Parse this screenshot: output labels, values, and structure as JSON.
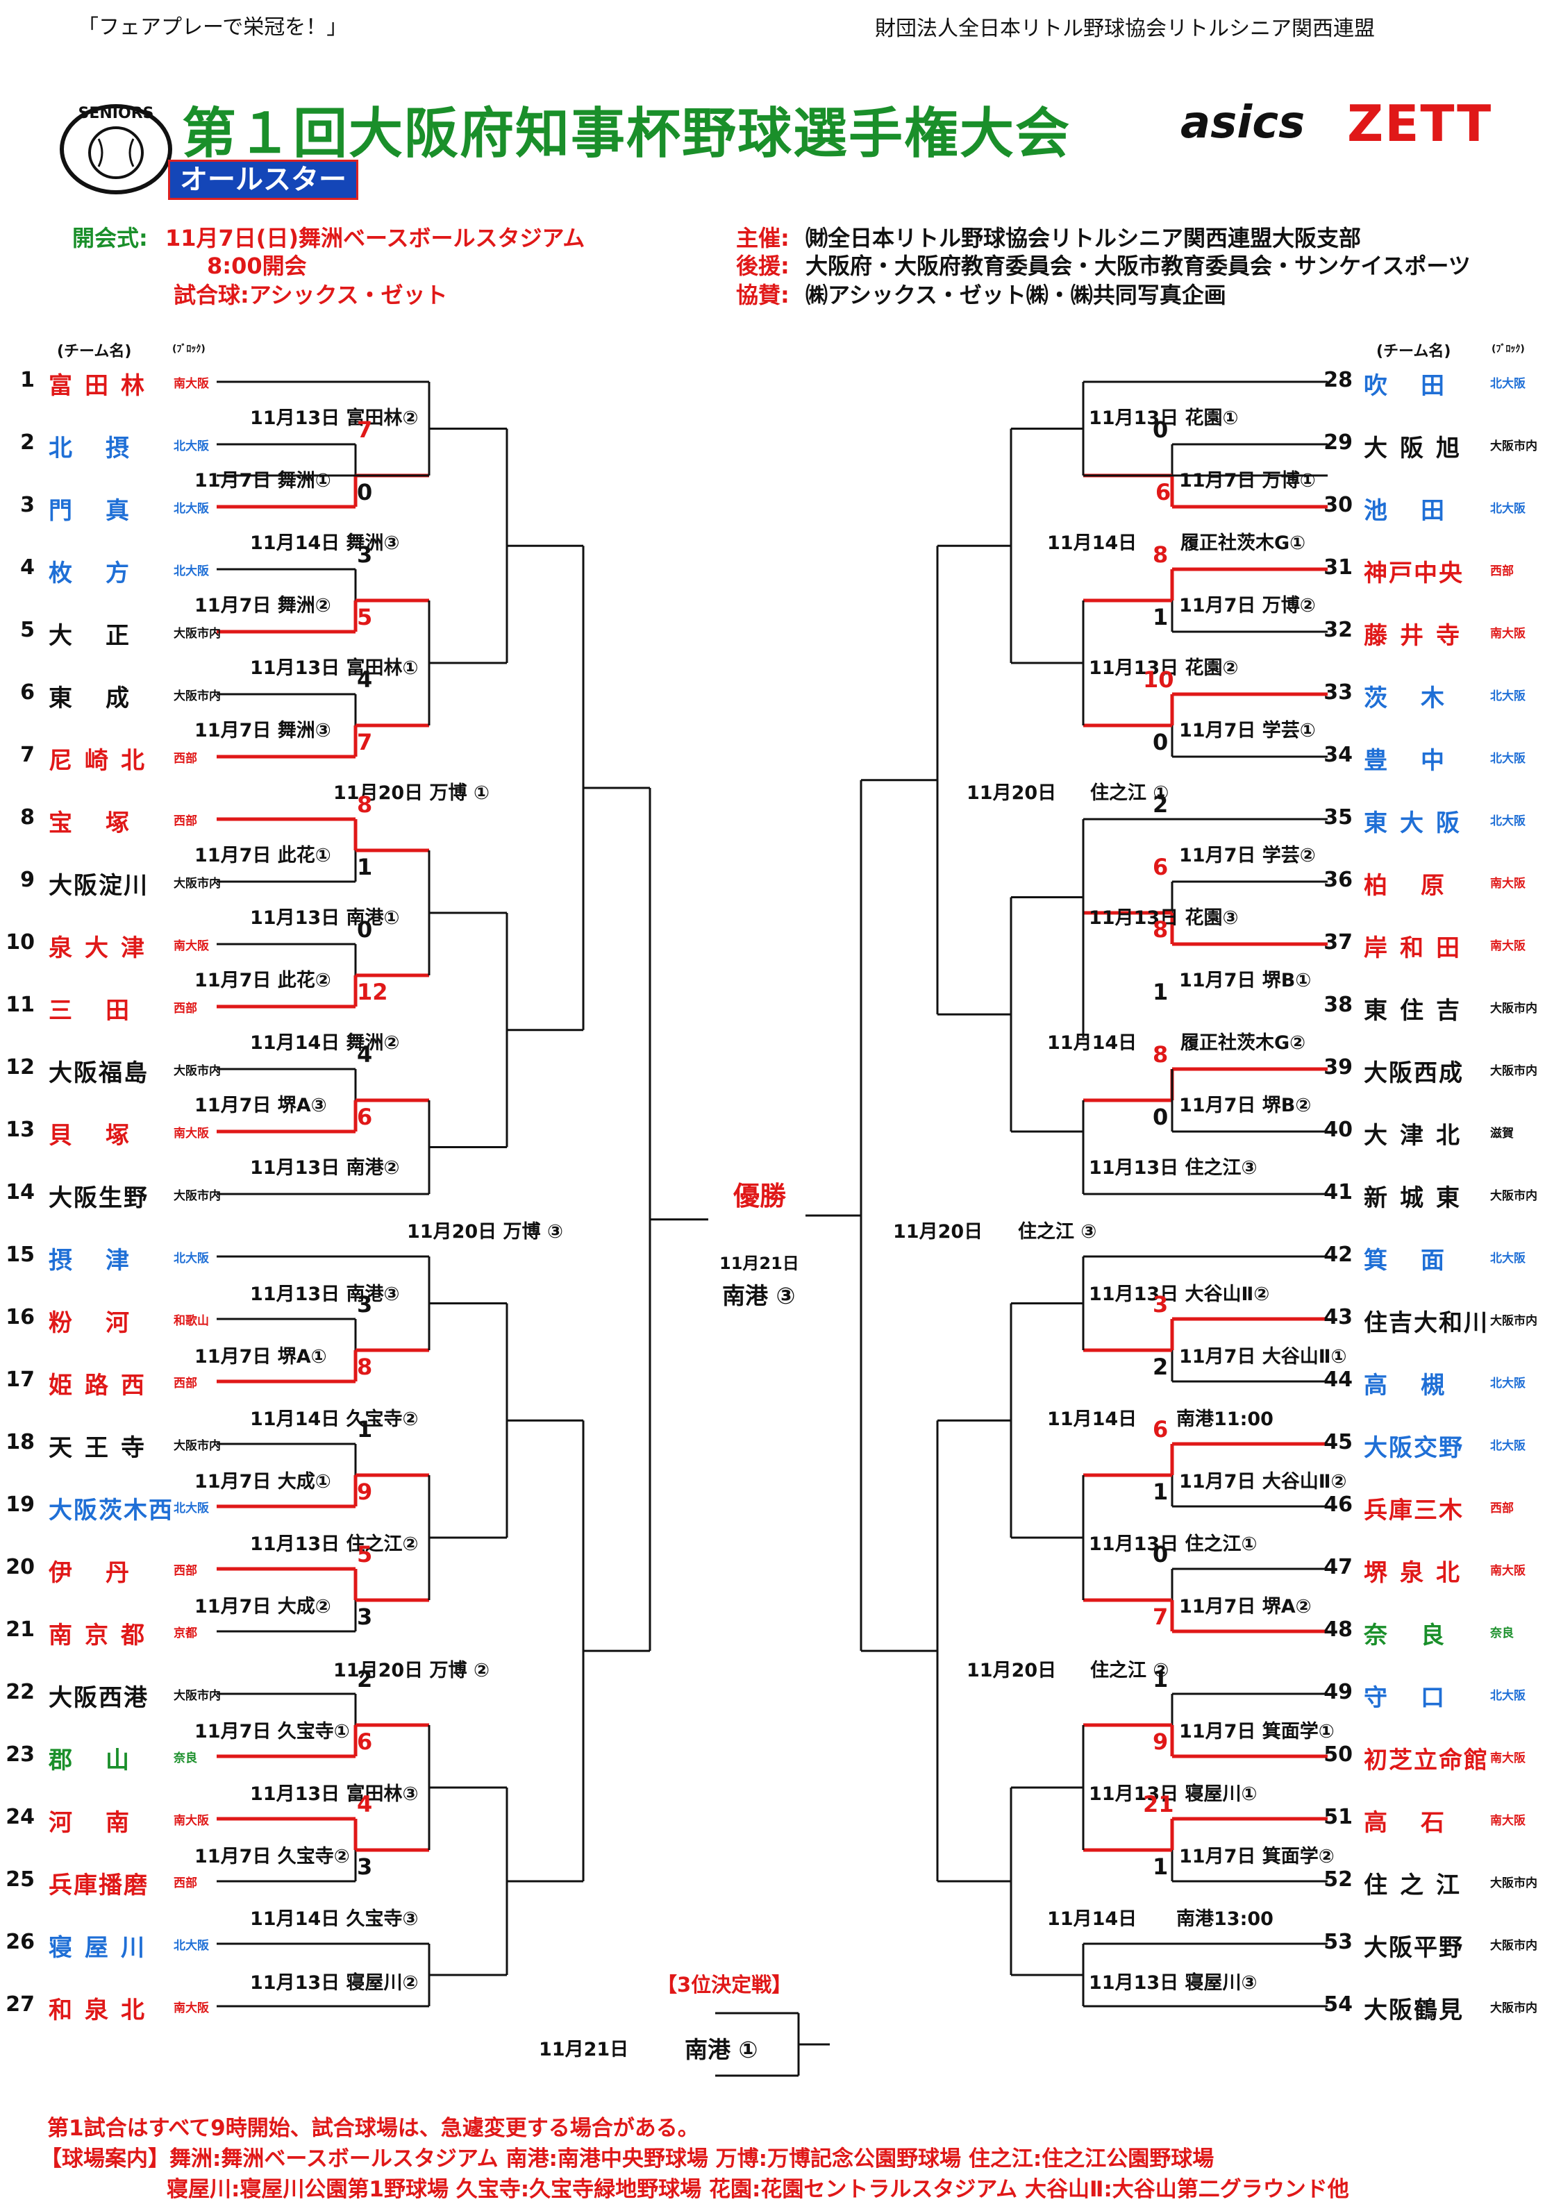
{
  "header": {
    "slogan": "「フェアプレーで栄冠を！」",
    "organization": "財団法人全日本リトル野球協会リトルシニア関西連盟",
    "title": "第１回大阪府知事杯野球選手権大会",
    "badge": "オールスター",
    "logo_text": "SENIORS",
    "sponsor_asics": "asics",
    "sponsor_zett": "ZETT"
  },
  "info": {
    "opening_label": "開会式:",
    "opening_value": "11月7日(日)舞洲ベースボールスタジアム",
    "opening_time": "8:00開会",
    "ball": "試合球:アシックス・ゼット",
    "host_label": "主催:",
    "host_value": "㈶全日本リトル野球協会リトルシニア関西連盟大阪支部",
    "support_label": "後援:",
    "support_value": "大阪府・大阪府教育委員会・大阪市教育委員会・サンケイスポーツ",
    "coop_label": "協賛:",
    "coop_value": "㈱アシックス・ゼット㈱・㈱共同写真企画"
  },
  "headers": {
    "team_col": "(チーム名)",
    "block_col": "(ﾌﾞﾛｯｸ)"
  },
  "teams_left": [
    {
      "no": "1",
      "name": "富田林",
      "block": "南大阪",
      "color": "red"
    },
    {
      "no": "2",
      "name": "北摂",
      "block": "北大阪",
      "color": "blue"
    },
    {
      "no": "3",
      "name": "門真",
      "block": "北大阪",
      "color": "blue"
    },
    {
      "no": "4",
      "name": "枚方",
      "block": "北大阪",
      "color": "blue"
    },
    {
      "no": "5",
      "name": "大正",
      "block": "大阪市内",
      "color": "black"
    },
    {
      "no": "6",
      "name": "東成",
      "block": "大阪市内",
      "color": "black"
    },
    {
      "no": "7",
      "name": "尼崎北",
      "block": "西部",
      "color": "red"
    },
    {
      "no": "8",
      "name": "宝塚",
      "block": "西部",
      "color": "red"
    },
    {
      "no": "9",
      "name": "大阪淀川",
      "block": "大阪市内",
      "color": "black"
    },
    {
      "no": "10",
      "name": "泉大津",
      "block": "南大阪",
      "color": "red"
    },
    {
      "no": "11",
      "name": "三田",
      "block": "西部",
      "color": "red"
    },
    {
      "no": "12",
      "name": "大阪福島",
      "block": "大阪市内",
      "color": "black"
    },
    {
      "no": "13",
      "name": "貝塚",
      "block": "南大阪",
      "color": "red"
    },
    {
      "no": "14",
      "name": "大阪生野",
      "block": "大阪市内",
      "color": "black"
    },
    {
      "no": "15",
      "name": "摂津",
      "block": "北大阪",
      "color": "blue"
    },
    {
      "no": "16",
      "name": "粉河",
      "block": "和歌山",
      "color": "red"
    },
    {
      "no": "17",
      "name": "姫路西",
      "block": "西部",
      "color": "red"
    },
    {
      "no": "18",
      "name": "天王寺",
      "block": "大阪市内",
      "color": "black"
    },
    {
      "no": "19",
      "name": "大阪茨木西",
      "block": "北大阪",
      "color": "blue"
    },
    {
      "no": "20",
      "name": "伊丹",
      "block": "西部",
      "color": "red"
    },
    {
      "no": "21",
      "name": "南京都",
      "block": "京都",
      "color": "red"
    },
    {
      "no": "22",
      "name": "大阪西港",
      "block": "大阪市内",
      "color": "black"
    },
    {
      "no": "23",
      "name": "郡山",
      "block": "奈良",
      "color": "green"
    },
    {
      "no": "24",
      "name": "河南",
      "block": "南大阪",
      "color": "red"
    },
    {
      "no": "25",
      "name": "兵庫播磨",
      "block": "西部",
      "color": "red"
    },
    {
      "no": "26",
      "name": "寝屋川",
      "block": "北大阪",
      "color": "blue"
    },
    {
      "no": "27",
      "name": "和泉北",
      "block": "南大阪",
      "color": "red"
    }
  ],
  "teams_right": [
    {
      "no": "28",
      "name": "吹田",
      "block": "北大阪",
      "color": "blue"
    },
    {
      "no": "29",
      "name": "大阪旭",
      "block": "大阪市内",
      "color": "black"
    },
    {
      "no": "30",
      "name": "池田",
      "block": "北大阪",
      "color": "blue"
    },
    {
      "no": "31",
      "name": "神戸中央",
      "block": "西部",
      "color": "red"
    },
    {
      "no": "32",
      "name": "藤井寺",
      "block": "南大阪",
      "color": "red"
    },
    {
      "no": "33",
      "name": "茨木",
      "block": "北大阪",
      "color": "blue"
    },
    {
      "no": "34",
      "name": "豊中",
      "block": "北大阪",
      "color": "blue"
    },
    {
      "no": "35",
      "name": "東大阪",
      "block": "北大阪",
      "color": "blue"
    },
    {
      "no": "36",
      "name": "柏原",
      "block": "南大阪",
      "color": "red"
    },
    {
      "no": "37",
      "name": "岸和田",
      "block": "南大阪",
      "color": "red"
    },
    {
      "no": "38",
      "name": "東住吉",
      "block": "大阪市内",
      "color": "black"
    },
    {
      "no": "39",
      "name": "大阪西成",
      "block": "大阪市内",
      "color": "black"
    },
    {
      "no": "40",
      "name": "大津北",
      "block": "滋賀",
      "color": "black"
    },
    {
      "no": "41",
      "name": "新城東",
      "block": "大阪市内",
      "color": "black"
    },
    {
      "no": "42",
      "name": "箕面",
      "block": "北大阪",
      "color": "blue"
    },
    {
      "no": "43",
      "name": "住吉大和川",
      "block": "大阪市内",
      "color": "black"
    },
    {
      "no": "44",
      "name": "高槻",
      "block": "北大阪",
      "color": "blue"
    },
    {
      "no": "45",
      "name": "大阪交野",
      "block": "北大阪",
      "color": "blue"
    },
    {
      "no": "46",
      "name": "兵庫三木",
      "block": "西部",
      "color": "red"
    },
    {
      "no": "47",
      "name": "堺泉北",
      "block": "南大阪",
      "color": "red"
    },
    {
      "no": "48",
      "name": "奈良",
      "block": "奈良",
      "color": "green"
    },
    {
      "no": "49",
      "name": "守口",
      "block": "北大阪",
      "color": "blue"
    },
    {
      "no": "50",
      "name": "初芝立命館",
      "block": "南大阪",
      "color": "red"
    },
    {
      "no": "51",
      "name": "高石",
      "block": "南大阪",
      "color": "red"
    },
    {
      "no": "52",
      "name": "住之江",
      "block": "大阪市内",
      "color": "black"
    },
    {
      "no": "53",
      "name": "大阪平野",
      "block": "大阪市内",
      "color": "black"
    },
    {
      "no": "54",
      "name": "大阪鶴見",
      "block": "大阪市内",
      "color": "black"
    }
  ],
  "left_labels": [
    {
      "t": "11月13日 富田林②"
    },
    {
      "t": "11月7日 舞洲①"
    },
    {
      "t": "11月14日 舞洲③"
    },
    {
      "t": "11月7日 舞洲②"
    },
    {
      "t": "11月13日 富田林①"
    },
    {
      "t": "11月7日 舞洲③"
    },
    {
      "t": "11月20日 万博 ①"
    },
    {
      "t": "11月7日 此花①"
    },
    {
      "t": "11月13日 南港①"
    },
    {
      "t": "11月7日 此花②"
    },
    {
      "t": "11月14日 舞洲②"
    },
    {
      "t": "11月7日 堺A③"
    },
    {
      "t": "11月13日 南港②"
    },
    {
      "t": "11月20日 万博 ③"
    },
    {
      "t": "11月13日 南港③"
    },
    {
      "t": "11月7日 堺A①"
    },
    {
      "t": "11月14日 久宝寺②"
    },
    {
      "t": "11月7日 大成①"
    },
    {
      "t": "11月13日 住之江②"
    },
    {
      "t": "11月7日 大成②"
    },
    {
      "t": "11月20日 万博 ②"
    },
    {
      "t": "11月7日 久宝寺①"
    },
    {
      "t": "11月13日 富田林③"
    },
    {
      "t": "11月7日 久宝寺②"
    },
    {
      "t": "11月14日 久宝寺③"
    },
    {
      "t": "11月13日 寝屋川②"
    }
  ],
  "right_labels": [
    {
      "t": "11月13日 花園①"
    },
    {
      "t": "11月7日 万博①"
    },
    {
      "t": "11月14日"
    },
    {
      "t": "履正社茨木G①"
    },
    {
      "t": "11月7日 万博②"
    },
    {
      "t": "11月13日 花園②"
    },
    {
      "t": "11月7日 学芸①"
    },
    {
      "t": "11月20日"
    },
    {
      "t": "住之江 ①"
    },
    {
      "t": "11月7日 学芸②"
    },
    {
      "t": "11月13日 花園③"
    },
    {
      "t": "11月7日 堺B①"
    },
    {
      "t": "11月14日"
    },
    {
      "t": "履正社茨木G②"
    },
    {
      "t": "11月7日 堺B②"
    },
    {
      "t": "11月13日 住之江③"
    },
    {
      "t": "11月20日"
    },
    {
      "t": "住之江 ③"
    },
    {
      "t": "11月13日 大谷山Ⅱ②"
    },
    {
      "t": "11月7日 大谷山Ⅱ①"
    },
    {
      "t": "11月14日"
    },
    {
      "t": "南港11:00"
    },
    {
      "t": "11月7日 大谷山Ⅱ②"
    },
    {
      "t": "11月13日 住之江①"
    },
    {
      "t": "11月7日 堺A②"
    },
    {
      "t": "11月20日"
    },
    {
      "t": "住之江 ②"
    },
    {
      "t": "11月7日 箕面学①"
    },
    {
      "t": "11月13日 寝屋川①"
    },
    {
      "t": "11月7日 箕面学②"
    },
    {
      "t": "11月14日"
    },
    {
      "t": "南港13:00"
    },
    {
      "t": "11月13日 寝屋川③"
    }
  ],
  "scores": [
    {
      "v": "7",
      "c": "red"
    },
    {
      "v": "0",
      "c": "black"
    },
    {
      "v": "3",
      "c": "black"
    },
    {
      "v": "5",
      "c": "red"
    },
    {
      "v": "4",
      "c": "black"
    },
    {
      "v": "7",
      "c": "red"
    },
    {
      "v": "8",
      "c": "red"
    },
    {
      "v": "1",
      "c": "black"
    },
    {
      "v": "0",
      "c": "black"
    },
    {
      "v": "12",
      "c": "red"
    },
    {
      "v": "4",
      "c": "black"
    },
    {
      "v": "6",
      "c": "red"
    },
    {
      "v": "3",
      "c": "black"
    },
    {
      "v": "8",
      "c": "red"
    },
    {
      "v": "1",
      "c": "black"
    },
    {
      "v": "9",
      "c": "red"
    },
    {
      "v": "5",
      "c": "red"
    },
    {
      "v": "3",
      "c": "black"
    },
    {
      "v": "2",
      "c": "black"
    },
    {
      "v": "6",
      "c": "red"
    },
    {
      "v": "4",
      "c": "red"
    },
    {
      "v": "3",
      "c": "black"
    },
    {
      "v": "0",
      "c": "black"
    },
    {
      "v": "6",
      "c": "red"
    },
    {
      "v": "8",
      "c": "red"
    },
    {
      "v": "1",
      "c": "black"
    },
    {
      "v": "10",
      "c": "red"
    },
    {
      "v": "0",
      "c": "black"
    },
    {
      "v": "2",
      "c": "black"
    },
    {
      "v": "6",
      "c": "red"
    },
    {
      "v": "8",
      "c": "red"
    },
    {
      "v": "1",
      "c": "black"
    },
    {
      "v": "8",
      "c": "red"
    },
    {
      "v": "0",
      "c": "black"
    },
    {
      "v": "3",
      "c": "red"
    },
    {
      "v": "2",
      "c": "black"
    },
    {
      "v": "6",
      "c": "red"
    },
    {
      "v": "1",
      "c": "black"
    },
    {
      "v": "0",
      "c": "black"
    },
    {
      "v": "7",
      "c": "red"
    },
    {
      "v": "1",
      "c": "black"
    },
    {
      "v": "9",
      "c": "red"
    },
    {
      "v": "21",
      "c": "red"
    },
    {
      "v": "1",
      "c": "black"
    }
  ],
  "final": {
    "title": "優勝",
    "date": "11月21日",
    "venue": "南港 ③"
  },
  "third": {
    "title": "【3位決定戦】",
    "date": "11月21日",
    "venue": "南港 ①"
  },
  "footer": {
    "line1": "第1試合はすべて9時開始、試合球場は、急遽変更する場合がある。",
    "line2": "【球場案内】舞洲:舞洲ベースボールスタジアム 南港:南港中央野球場 万博:万博記念公園野球場 住之江:住之江公園野球場",
    "line3": "寝屋川:寝屋川公園第1野球場 久宝寺:久宝寺緑地野球場 花園:花園セントラルスタジアム 大谷山Ⅱ:大谷山第二グラウンド他"
  },
  "colors": {
    "red": "#e01818",
    "blue": "#1f6fd6",
    "green": "#1a8f2a",
    "black": "#111111"
  }
}
